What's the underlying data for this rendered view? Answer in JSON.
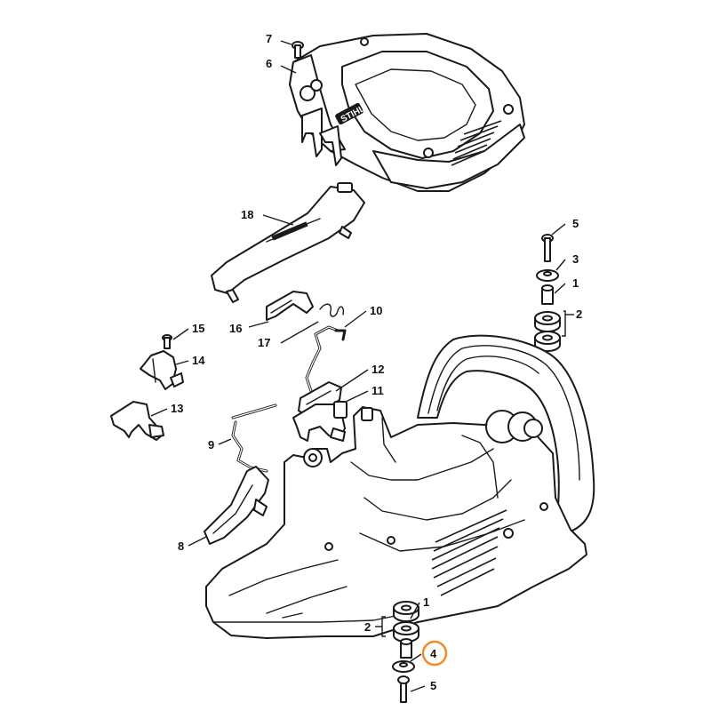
{
  "diagram": {
    "brand_mark": "STIHL",
    "highlight_color": "#f28c28",
    "highlighted_part": "4",
    "callouts": [
      {
        "id": "c7",
        "label": "7"
      },
      {
        "id": "c6",
        "label": "6"
      },
      {
        "id": "c18",
        "label": "18"
      },
      {
        "id": "c5a",
        "label": "5"
      },
      {
        "id": "c3",
        "label": "3"
      },
      {
        "id": "c1a",
        "label": "1"
      },
      {
        "id": "c2a",
        "label": "2"
      },
      {
        "id": "c10",
        "label": "10"
      },
      {
        "id": "c16",
        "label": "16"
      },
      {
        "id": "c17",
        "label": "17"
      },
      {
        "id": "c15",
        "label": "15"
      },
      {
        "id": "c14",
        "label": "14"
      },
      {
        "id": "c12",
        "label": "12"
      },
      {
        "id": "c11",
        "label": "11"
      },
      {
        "id": "c13",
        "label": "13"
      },
      {
        "id": "c9",
        "label": "9"
      },
      {
        "id": "c8",
        "label": "8"
      },
      {
        "id": "c1b",
        "label": "1"
      },
      {
        "id": "c2b",
        "label": "2"
      },
      {
        "id": "c4",
        "label": "4"
      },
      {
        "id": "c5b",
        "label": "5"
      }
    ]
  }
}
